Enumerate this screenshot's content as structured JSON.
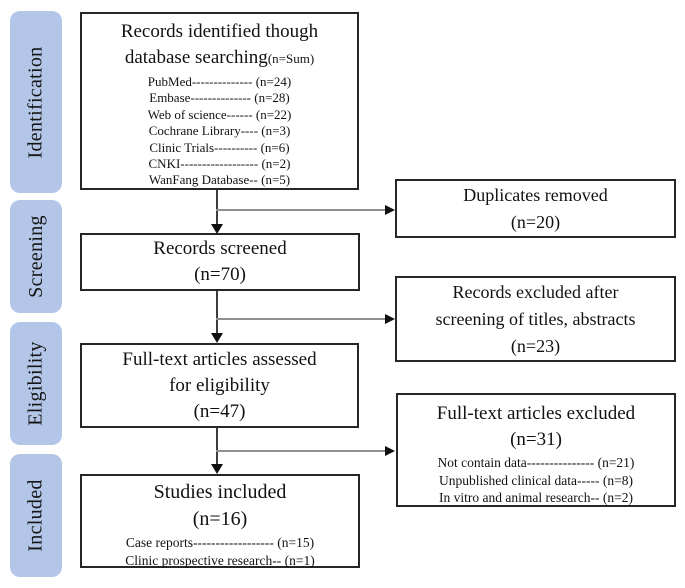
{
  "palette": {
    "stage_fill": "#b3c6e7",
    "box_border": "#262626",
    "vertical_line": "#3d3d3d",
    "horizontal_line": "#8f8f8f",
    "arrowhead": "#111111",
    "background": "#ffffff",
    "text": "#111111"
  },
  "stages": [
    {
      "label": "Identification"
    },
    {
      "label": "Screening"
    },
    {
      "label": "Eligibility"
    },
    {
      "label": "Included"
    }
  ],
  "boxes": {
    "identified": {
      "title_line1": "Records identified though",
      "title_line2": "database searching",
      "title_note": "(n=Sum)",
      "items": [
        "PubMed-------------- (n=24)",
        "Embase-------------- (n=28)",
        "Web of science------ (n=22)",
        "Cochrane Library---- (n=3)",
        "Clinic Trials---------- (n=6)",
        "CNKI------------------ (n=2)",
        "WanFang Database-- (n=5)"
      ]
    },
    "screened": {
      "title": "Records screened",
      "count": "(n=70)"
    },
    "eligibility": {
      "title_line1": "Full-text articles assessed",
      "title_line2": "for eligibility",
      "count": "(n=47)"
    },
    "included": {
      "title": "Studies included",
      "count": "(n=16)",
      "items": [
        "Case reports------------------ (n=15)",
        "Clinic prospective research-- (n=1)"
      ]
    },
    "duplicates": {
      "title": "Duplicates removed",
      "count": "(n=20)"
    },
    "excluded_screening": {
      "title_line1": "Records excluded after",
      "title_line2": "screening of titles, abstracts",
      "count": "(n=23)"
    },
    "excluded_fulltext": {
      "title": "Full-text articles excluded",
      "count": "(n=31)",
      "items": [
        "Not contain data--------------- (n=21)",
        "Unpublished clinical data----- (n=8)",
        "In vitro and animal research-- (n=2)"
      ]
    }
  }
}
